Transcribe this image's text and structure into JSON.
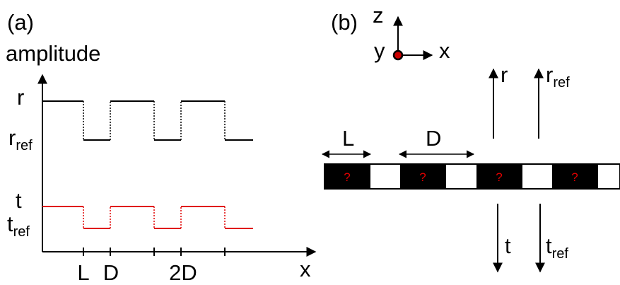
{
  "panel_a": {
    "label": "(a)",
    "y_axis_label": "amplitude",
    "x_axis_label": "x",
    "level_r": {
      "base": "r",
      "sub": ""
    },
    "level_r_ref": {
      "base": "r",
      "sub": "ref"
    },
    "level_t": {
      "base": "t",
      "sub": ""
    },
    "level_t_ref": {
      "base": "t",
      "sub": "ref"
    },
    "x_ticks": [
      "L",
      "D",
      "",
      "2D",
      ""
    ],
    "reflected_color": "#000000",
    "transmitted_color": "#e00000"
  },
  "panel_b": {
    "label": "(b)",
    "axes": {
      "z": "z",
      "y": "y",
      "x": "x"
    },
    "dimension_L": "L",
    "dimension_D": "D",
    "cell_mark": "?",
    "cell_mark_color": "#e00000",
    "cell_count": 4,
    "beam_r": {
      "base": "r",
      "sub": ""
    },
    "beam_r_ref": {
      "base": "r",
      "sub": "ref"
    },
    "beam_t": {
      "base": "t",
      "sub": ""
    },
    "beam_t_ref": {
      "base": "t",
      "sub": "ref"
    },
    "y_axis_dot_color": "#cc0000"
  }
}
